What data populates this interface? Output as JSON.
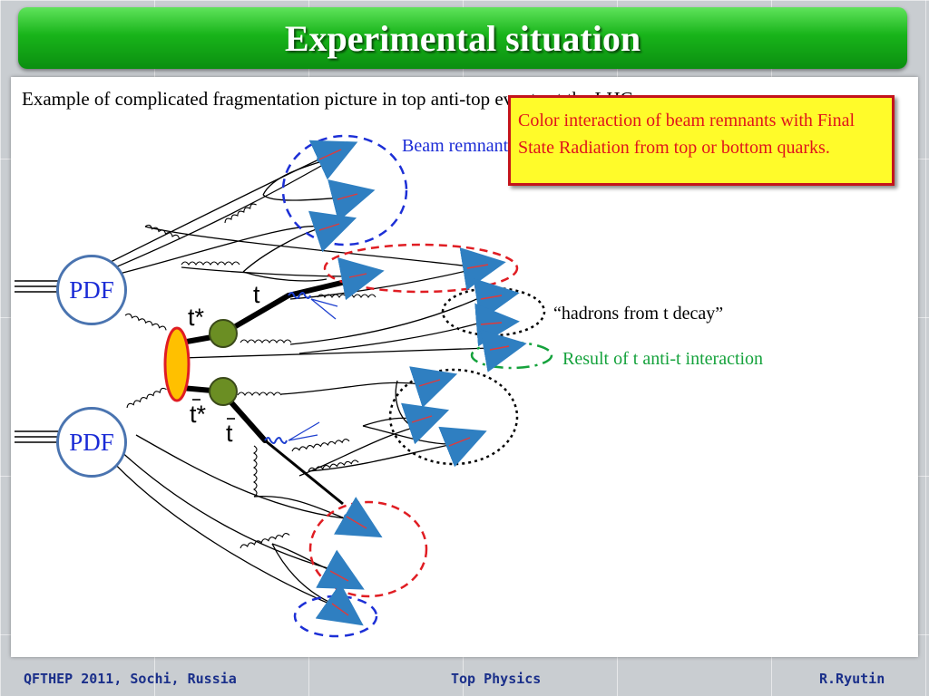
{
  "slide": {
    "title": "Experimental situation",
    "subtitle": "Example of complicated fragmentation picture in top anti-top events at the LHC"
  },
  "callout": {
    "text": "Color interaction of beam remnants with Final State Radiation from top or bottom quarks."
  },
  "labels": {
    "beam_remnants": "Beam remnants",
    "hadrons_from_t_decay": "“hadrons from t decay”",
    "tt_interaction": "Result of t anti-t interaction"
  },
  "pdf_labels": [
    "PDF",
    "PDF"
  ],
  "symbols": {
    "t_star": "t*",
    "t": "t",
    "tbar_star": "t*",
    "tbar": "t"
  },
  "footer": {
    "left": "QFTHEP 2011, Sochi, Russia",
    "center": "Top Physics",
    "right": "R.Ryutin"
  },
  "colors": {
    "title_green": "#18b41a",
    "callout_fill": "#fffb2a",
    "callout_border": "#c4141b",
    "callout_text": "#e0151b",
    "label_blue": "#1a2bd6",
    "label_green": "#15a23c",
    "vertex_olive": "#6b8e23",
    "blob_orange": "#ffc000"
  }
}
